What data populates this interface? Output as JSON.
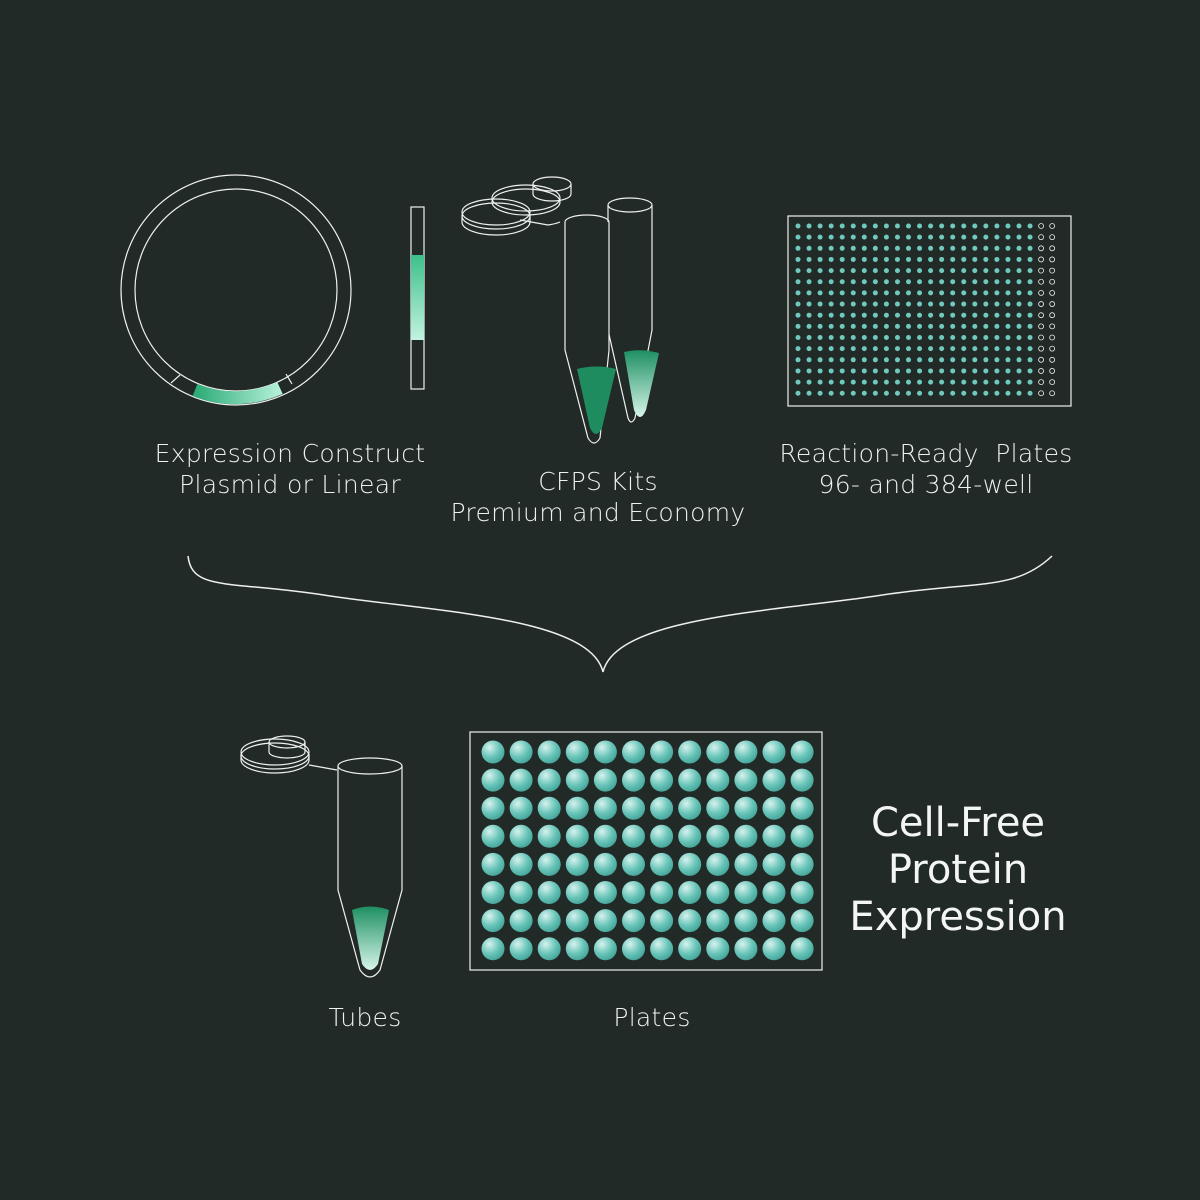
{
  "components": {
    "construct": {
      "line1": "Expression Construct",
      "line2": "Plasmid or Linear"
    },
    "kits": {
      "line1": "CFPS Kits",
      "line2": "Premium and Economy"
    },
    "plates": {
      "line1": "Reaction-Ready  Plates",
      "line2": "96- and 384-well"
    }
  },
  "outputs": {
    "tubes_label": "Tubes",
    "plates_label": "Plates"
  },
  "result": {
    "line1": "Cell-Free",
    "line2": "Protein",
    "line3": "Expression"
  },
  "colors": {
    "background": "#222a27",
    "outline": "#f0f2f0",
    "accent_dark": "#1f8c5f",
    "accent_light": "#a9e9cf",
    "well": "#6fc9bd"
  }
}
